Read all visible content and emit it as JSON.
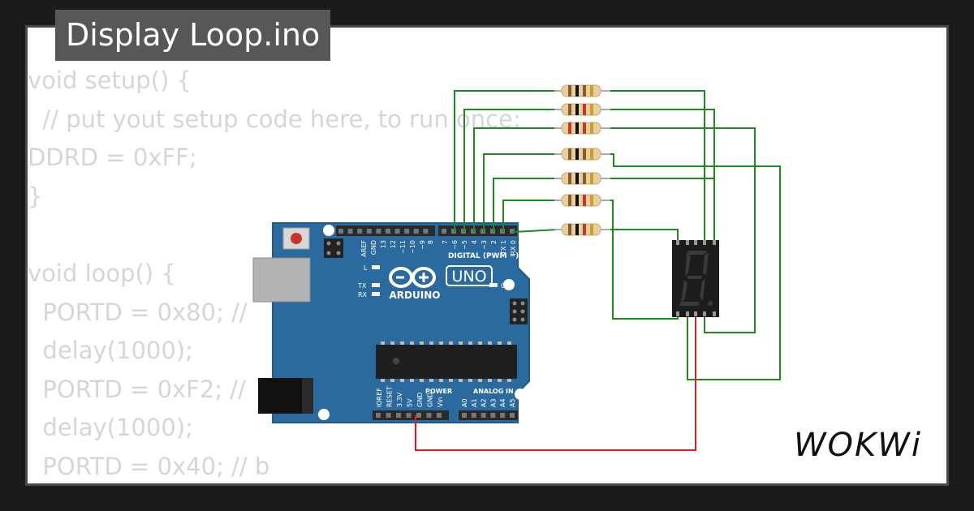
{
  "title": "Display Loop.ino",
  "code_lines": [
    "void setup() {",
    "  // put yout setup code here, to run once:",
    "DDRD = 0xFF;",
    "}",
    "",
    "void loop() {",
    "  PORTD = 0x80; //",
    "  delay(1000);",
    "  PORTD = 0xF2; //",
    "  delay(1000);",
    "  PORTD = 0x40; // b"
  ],
  "board": {
    "model": "UNO",
    "brand": "ARDUINO",
    "digital_header": "DIGITAL (PWM ~)",
    "digital_pins": [
      "AREF",
      "GND",
      "13",
      "12",
      "~11",
      "~10",
      "~9",
      "8",
      "7",
      "~6",
      "~5",
      "4",
      "~3",
      "2",
      "TX 1",
      "RX 0"
    ],
    "power_header": "POWER",
    "power_pins": [
      "IOREF",
      "RESET",
      "3.3V",
      "5V",
      "GND",
      "GND",
      "Vin"
    ],
    "analog_header": "ANALOG IN",
    "analog_pins": [
      "A0",
      "A1",
      "A2",
      "A3",
      "A4",
      "A5"
    ],
    "led_l": "L",
    "led_tx": "TX",
    "led_rx": "RX",
    "led_on": "ON"
  },
  "seven_segment_digit": "8.",
  "logo": "WOKWi",
  "colors": {
    "board": "#2b6a9e",
    "wire_signal": "#1e8a1e",
    "wire_power": "#e01b1b",
    "display": "#1c1c1c"
  }
}
